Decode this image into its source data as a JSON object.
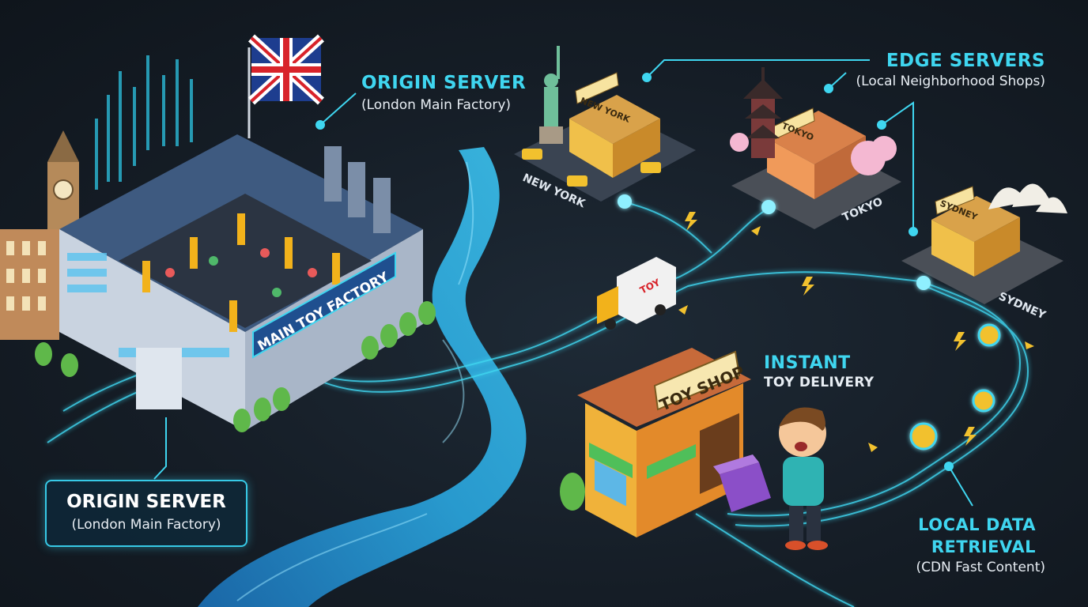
{
  "labels": {
    "origin_top_title": "ORIGIN SERVER",
    "origin_top_subtitle": "(London Main Factory)",
    "edge_title": "EDGE SERVERS",
    "edge_subtitle": "(Local Neighborhood Shops)",
    "instant_line1": "INSTANT",
    "instant_line2": "TOY DELIVERY",
    "retrieval_line1": "LOCAL DATA",
    "retrieval_line2": "RETRIEVAL",
    "retrieval_line3": "(CDN Fast Content)",
    "origin_box_title": "ORIGIN SERVER",
    "origin_box_subtitle": "(London Main Factory)"
  },
  "signs": {
    "factory": "MAIN TOY FACTORY",
    "toy_shop": "TOY SHOP",
    "new_york_shop": "NEW YORK",
    "tokyo_shop": "TOKYO",
    "sydney_shop": "SYDNEY",
    "truck": "TOY"
  },
  "cities": {
    "new_york": "NEW YORK",
    "tokyo": "TOKYO",
    "sydney": "SYDNEY"
  },
  "colors": {
    "accent_cyan": "#3fd6f0",
    "river_blue": "#2aa7e0",
    "background": "#151d26",
    "label_white": "#e8eef4",
    "coin_gold": "#f2c12e"
  },
  "icons": [
    "uk-flag-icon",
    "lightning-bolt-icon",
    "coin-node-icon",
    "delivery-truck-icon",
    "statue-of-liberty-icon",
    "pagoda-icon",
    "opera-house-icon",
    "big-ben-icon"
  ]
}
